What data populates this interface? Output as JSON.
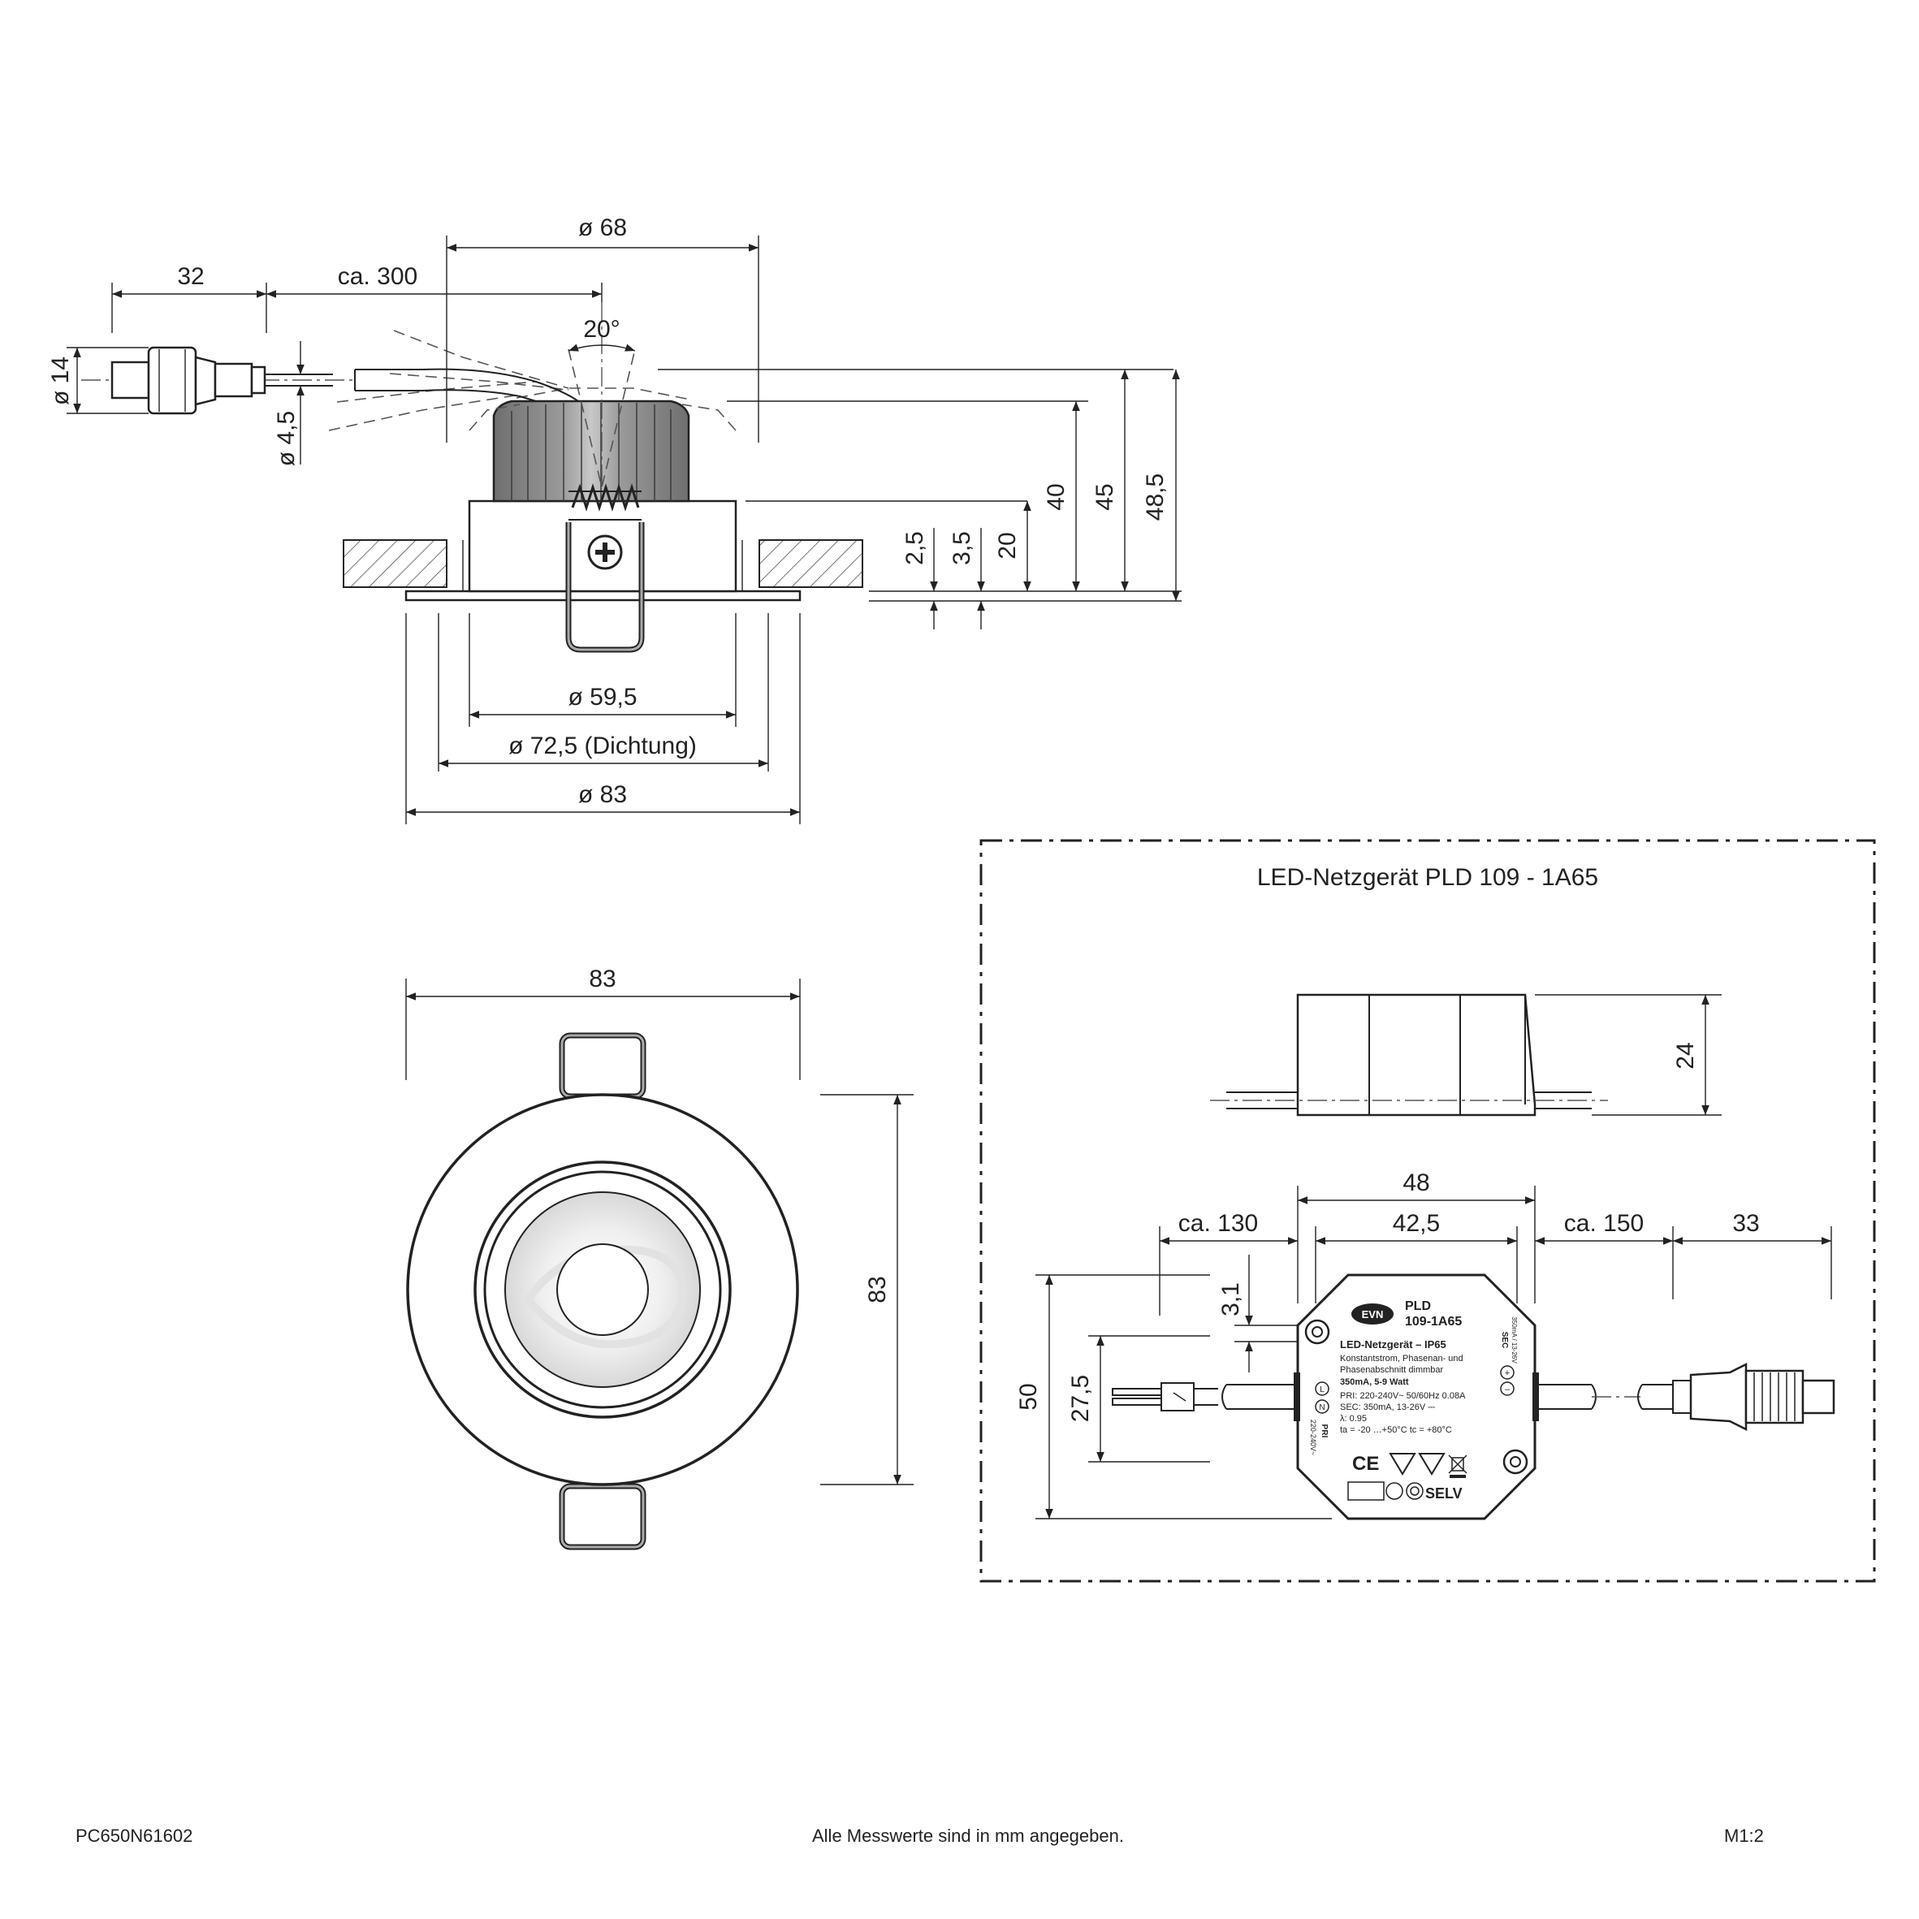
{
  "side_view": {
    "dia_68": "ø 68",
    "len_32": "32",
    "len_300": "ca. 300",
    "angle": "20°",
    "dia_14": "ø 14",
    "dia_4_5": "ø 4,5",
    "h_40": "40",
    "h_45": "45",
    "h_48_5": "48,5",
    "h_20": "20",
    "h_2_5": "2,5",
    "h_3_5": "3,5",
    "dia_59_5": "ø 59,5",
    "dia_72_5": "ø 72,5 (Dichtung)",
    "dia_83": "ø 83"
  },
  "top_view": {
    "width_83": "83",
    "height_83": "83"
  },
  "driver": {
    "title": "LED-Netzgerät PLD 109 - 1A65",
    "h_24": "24",
    "w_48": "48",
    "w_42_5": "42,5",
    "ca_130": "ca. 130",
    "ca_150": "ca. 150",
    "len_33": "33",
    "h_3_1": "3,1",
    "h_50": "50",
    "h_27_5": "27,5",
    "label": {
      "brand": "EVN",
      "model_line1": "PLD",
      "model_line2": "109-1A65",
      "name": "LED-Netzgerät  –  IP65",
      "desc1": "Konstantstrom, Phasenan- und",
      "desc2": "Phasenabschnitt dimmbar",
      "power": "350mA, 5-9 Watt",
      "pri": "PRI: 220-240V~  50/60Hz 0.08A",
      "sec": "SEC: 350mA, 13-26V ⎓",
      "lambda": "λ: 0.95",
      "temp": "ta = -20 …+50°C  tc = +80°C",
      "sec_side": "SEC",
      "pri_side": "PRI",
      "pri_volt": "220-240V~",
      "sec_volt": "350mA / 13-26V",
      "ce": "CE",
      "selv": "SELV"
    }
  },
  "footer": {
    "code": "PC650N61602",
    "note": "Alle Messwerte sind in mm angegeben.",
    "scale": "M1:2"
  }
}
